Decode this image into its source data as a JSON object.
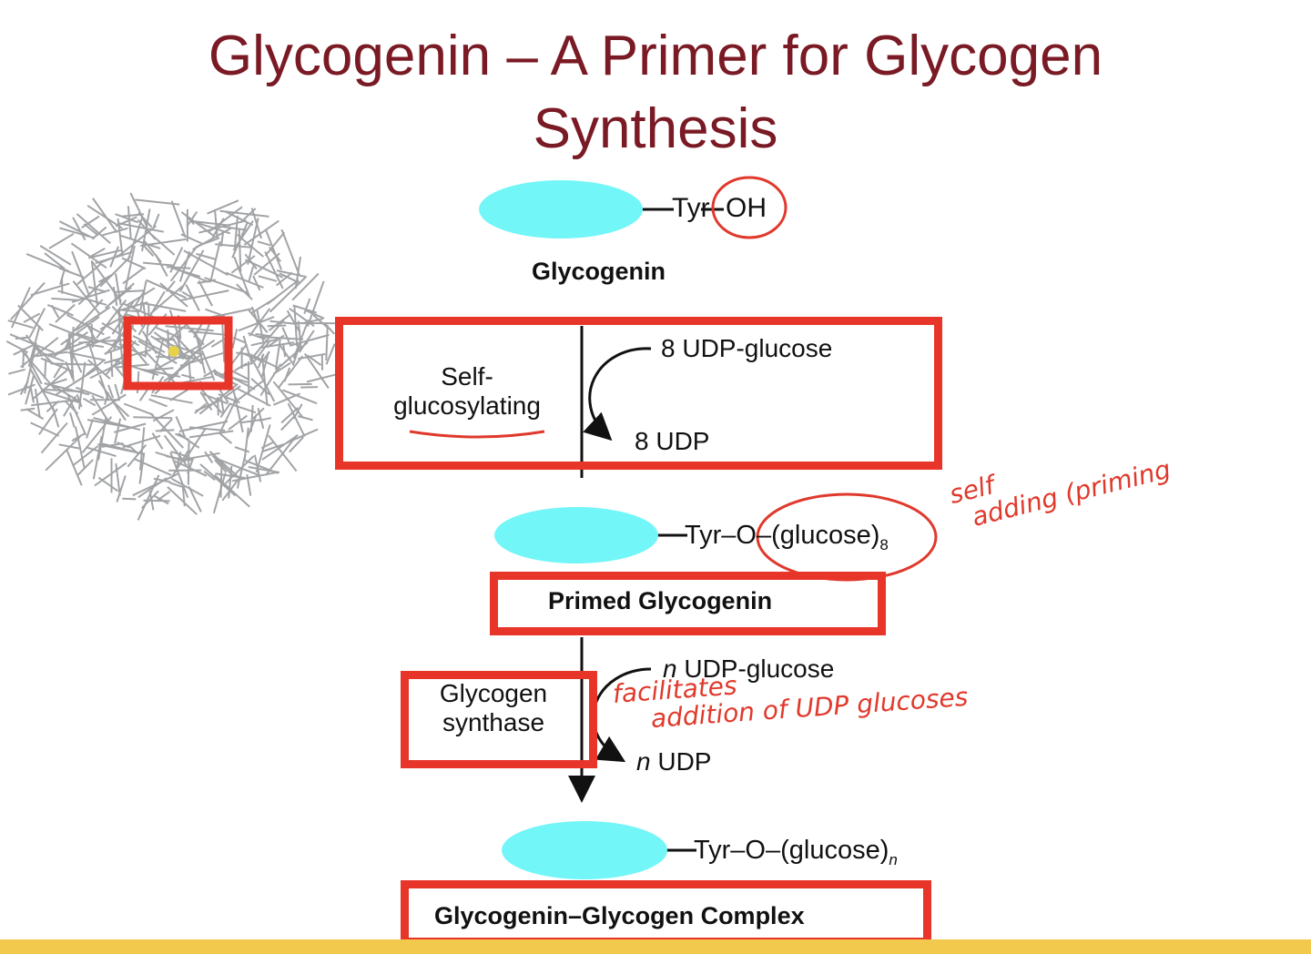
{
  "title": {
    "line1": "Glycogenin – A Primer for Glycogen",
    "line2": "Synthesis"
  },
  "diagram": {
    "stage1": {
      "chain_tyr": "Tyr",
      "chain_oh": "OH",
      "caption": "Glycogenin"
    },
    "step1": {
      "enzyme_line1": "Self-",
      "enzyme_line2": "glucosylating",
      "input": "8 UDP-glucose",
      "output": "8 UDP"
    },
    "stage2": {
      "chain": "Tyr–O–(glucose)",
      "subscript": "8",
      "caption": "Primed Glycogenin"
    },
    "step2": {
      "enzyme_line1": "Glycogen",
      "enzyme_line2": "synthase",
      "input_n": "n",
      "input": " UDP-glucose",
      "output_n": "n",
      "output": " UDP"
    },
    "stage3": {
      "chain": "Tyr–O–(glucose)",
      "subscript": "n",
      "caption": "Glycogenin–Glycogen Complex"
    }
  },
  "annotations": {
    "self_line1": "self",
    "self_line2": "adding (priming",
    "facilitates_line1": "facilitates",
    "facilitates_line2": "addition of UDP glucoses"
  },
  "colors": {
    "title": "#7a1a24",
    "ellipse": "#72f6f8",
    "highlight_box": "#e8352a",
    "footer": "#f2c94c"
  },
  "icons": [
    "glycogen-particle-image"
  ]
}
